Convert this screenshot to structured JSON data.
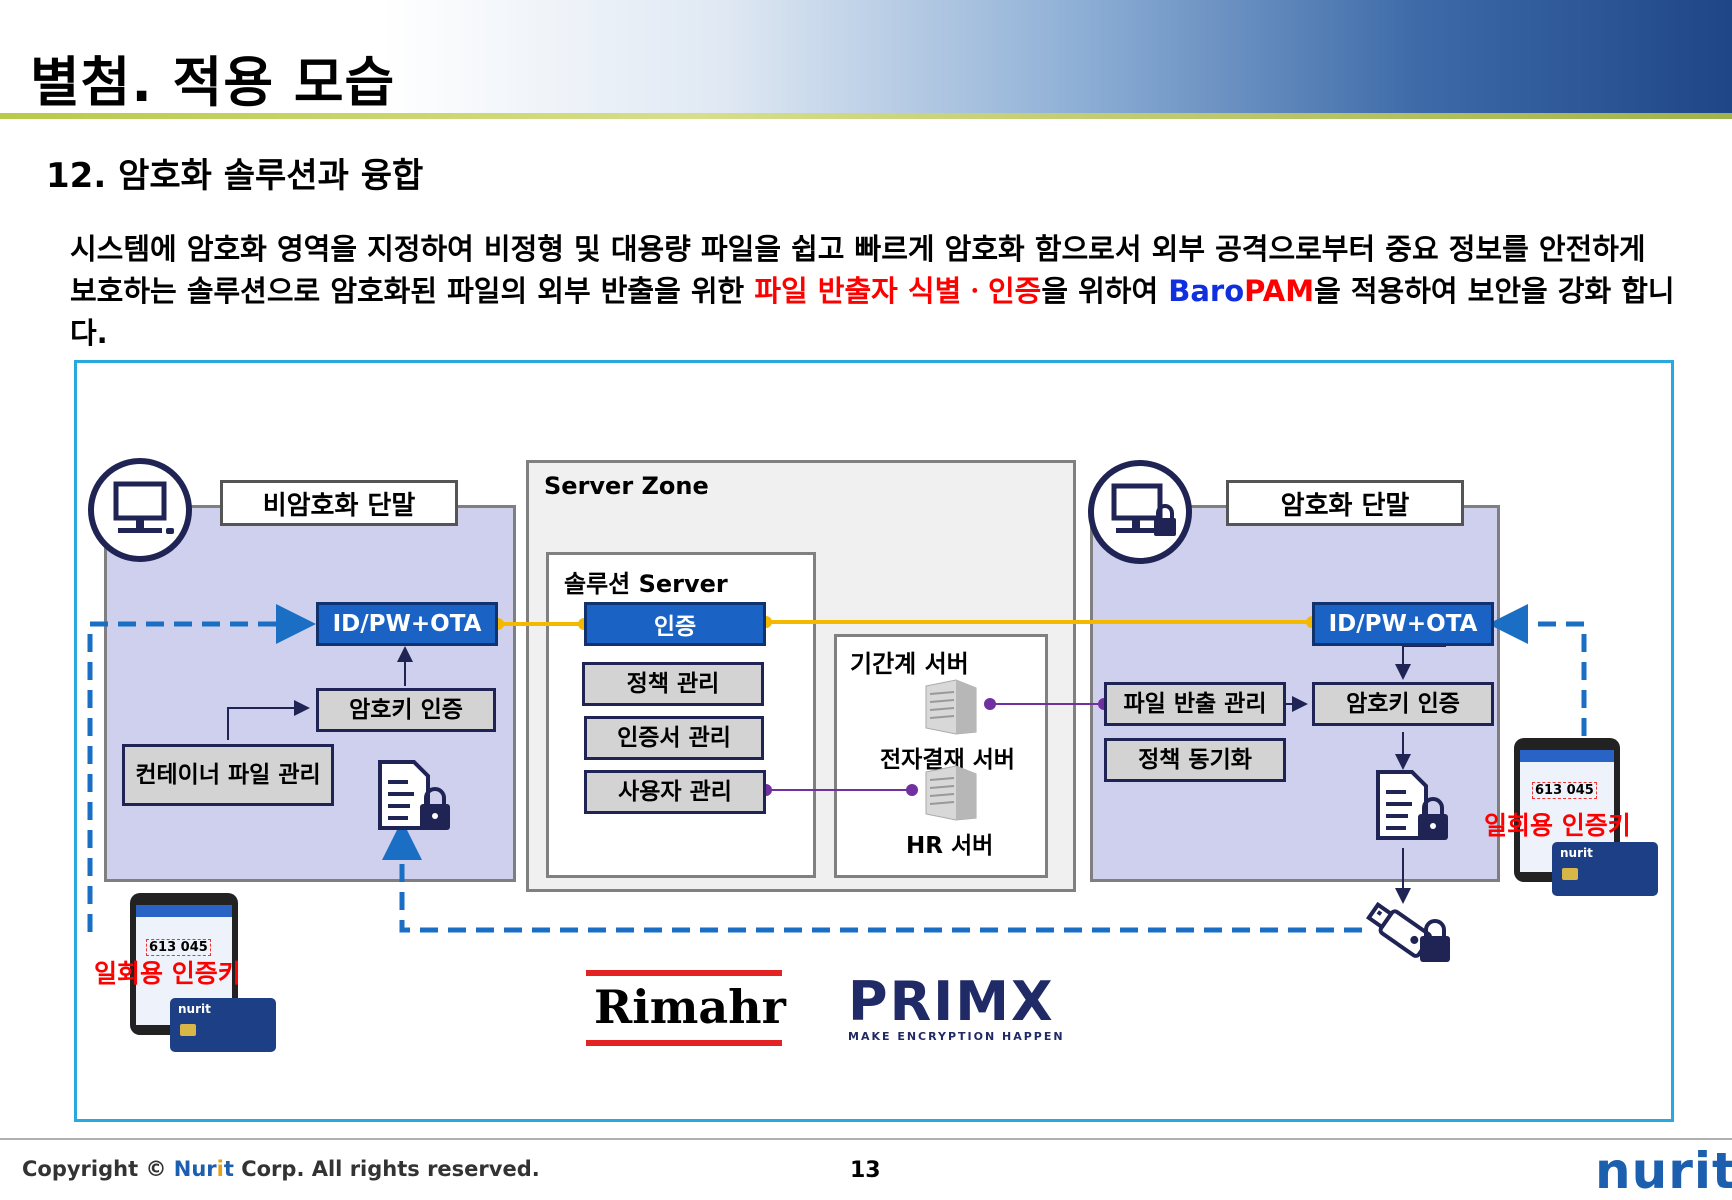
{
  "header": {
    "title": "별첨. 적용 모습"
  },
  "section": {
    "title": "12. 암호화 솔루션과 융합"
  },
  "description": {
    "part1": "시스템에 암호화 영역을 지정하여 비정형 및 대용량 파일을 쉽고 빠르게 암호화 함으로서 외부 공격으로부터 중요 정보를 안전하게 보호하는 솔루션으로 암호화된 파일의 외부 반출을 위한 ",
    "highlight": "파일 반출자 식별ㆍ인증",
    "part2": "을 위하여 ",
    "brand_a": "Baro",
    "brand_b": "PAM",
    "part3": "을 적용하여 보안을 강화 합니다."
  },
  "diagram": {
    "left_terminal": {
      "title": "비암호화 단말",
      "auth_button": "ID/PW+OTA",
      "key_auth": "암호키 인증",
      "container": "컨테이너 파일 관리",
      "otp_label": "일회용 인증키"
    },
    "server_zone": {
      "title": "Server Zone",
      "solution_server": {
        "title": "솔루션 Server",
        "auth": "인증",
        "items": [
          "정책 관리",
          "인증서 관리",
          "사용자 관리"
        ]
      },
      "core_servers": {
        "title": "기간계 서버",
        "payment": "전자결재 서버",
        "hr": "HR 서버"
      }
    },
    "right_terminal": {
      "title": "암호화 단말",
      "auth_button": "ID/PW+OTA",
      "file_export": "파일 반출 관리",
      "key_auth": "암호키 인증",
      "policy_sync": "정책 동기화",
      "otp_label": "일회용 인증키"
    },
    "phone": {
      "code": "613 045",
      "card_brand": "nurit"
    },
    "logos": {
      "rimahr": "Rimahr",
      "primx": "PRIMX",
      "primx_tagline": "MAKE ENCRYPTION HAPPEN"
    },
    "colors": {
      "zone_fill": "#cfd0ee",
      "auth_line": "#f5b800",
      "data_line": "#7030a0",
      "dashed_flow": "#1a6fc5",
      "frame": "#29a8e0"
    }
  },
  "footer": {
    "copyright_prefix": "Copyright © ",
    "brand_a": "Nur",
    "brand_b": "i",
    "brand_c": "t",
    "copyright_suffix": " Corp. All rights reserved.",
    "page": "13",
    "logo": "nurit"
  }
}
